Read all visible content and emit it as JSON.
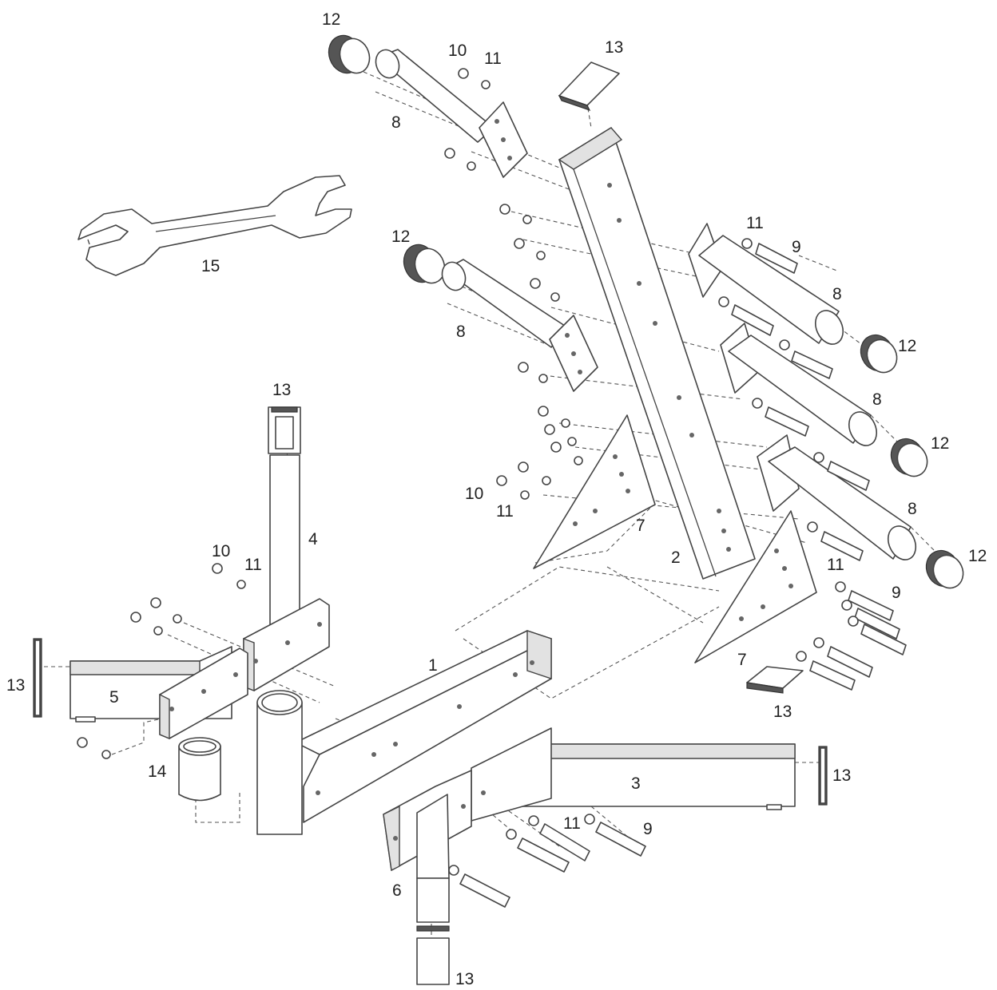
{
  "diagram": {
    "labels": {
      "l1": "1",
      "l2": "2",
      "l3": "3",
      "l4": "4",
      "l5": "5",
      "l6": "6",
      "l7a": "7",
      "l7b": "7",
      "l8a": "8",
      "l8b": "8",
      "l8c": "8",
      "l8d": "8",
      "l8e": "8",
      "l9a": "9",
      "l9b": "9",
      "l9c": "9",
      "l10a": "10",
      "l10b": "10",
      "l10c": "10",
      "l11a": "11",
      "l11b": "11",
      "l11c": "11",
      "l11d": "11",
      "l11e": "11",
      "l12a": "12",
      "l12b": "12",
      "l12c": "12",
      "l12d": "12",
      "l12e": "12",
      "l13a": "13",
      "l13b": "13",
      "l13c": "13",
      "l13d": "13",
      "l13e": "13",
      "l13f": "13",
      "l14": "14",
      "l15": "15"
    },
    "colors": {
      "line": "#444444",
      "background": "#ffffff"
    }
  }
}
